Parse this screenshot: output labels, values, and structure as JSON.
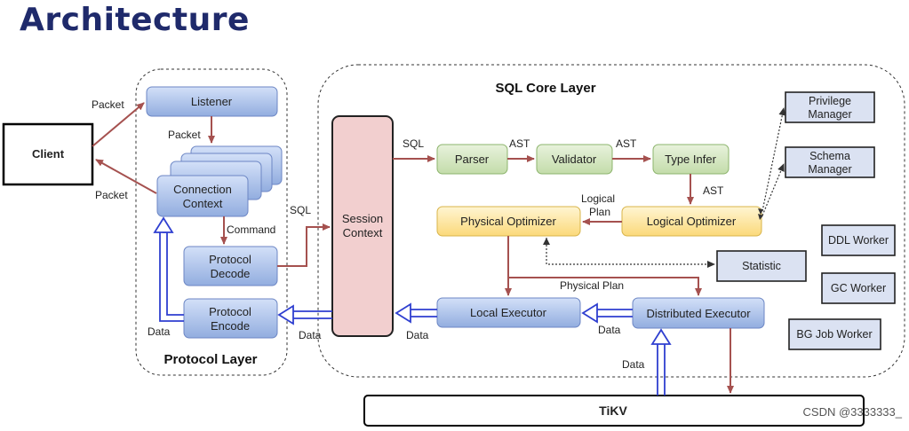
{
  "title": "Architecture",
  "layers": {
    "protocol": "Protocol Layer",
    "sql_core": "SQL Core Layer"
  },
  "nodes": {
    "client": "Client",
    "listener": "Listener",
    "connection_context": [
      "Connection",
      "Context"
    ],
    "protocol_decode": [
      "Protocol",
      "Decode"
    ],
    "protocol_encode": [
      "Protocol",
      "Encode"
    ],
    "session_context": [
      "Session",
      "Context"
    ],
    "parser": "Parser",
    "validator": "Validator",
    "type_infer": "Type Infer",
    "logical_optimizer": "Logical Optimizer",
    "physical_optimizer": "Physical Optimizer",
    "local_executor": "Local Executor",
    "distributed_executor": "Distributed Executor",
    "privilege_manager": [
      "Privilege",
      "Manager"
    ],
    "schema_manager": [
      "Schema",
      "Manager"
    ],
    "statistic": "Statistic",
    "ddl_worker": "DDL Worker",
    "gc_worker": "GC Worker",
    "bg_job_worker": "BG Job Worker",
    "tikv": "TiKV"
  },
  "edge_labels": {
    "packet_in": "Packet",
    "packet_listener": "Packet",
    "packet_out": "Packet",
    "command": "Command",
    "sql_to_session": "SQL",
    "sql_to_parser": "SQL",
    "ast_1": "AST",
    "ast_2": "AST",
    "ast_3": "AST",
    "logical_plan": [
      "Logical",
      "Plan"
    ],
    "physical_plan": "Physical Plan",
    "data_encode": "Data",
    "data_session": "Data",
    "data_local": "Data",
    "data_distributed": "Data",
    "data_tikv": "Data"
  },
  "watermark": "CSDN @3333333_",
  "colors": {
    "title": "#1f2a6b",
    "blue_box": "#aec4ec",
    "green_box": "#d5e8c4",
    "yellow_box": "#fde9a8",
    "session_box": "#f2cfcf",
    "red_arrow": "#a5514f",
    "blue_arrow": "#2f3fd0"
  }
}
